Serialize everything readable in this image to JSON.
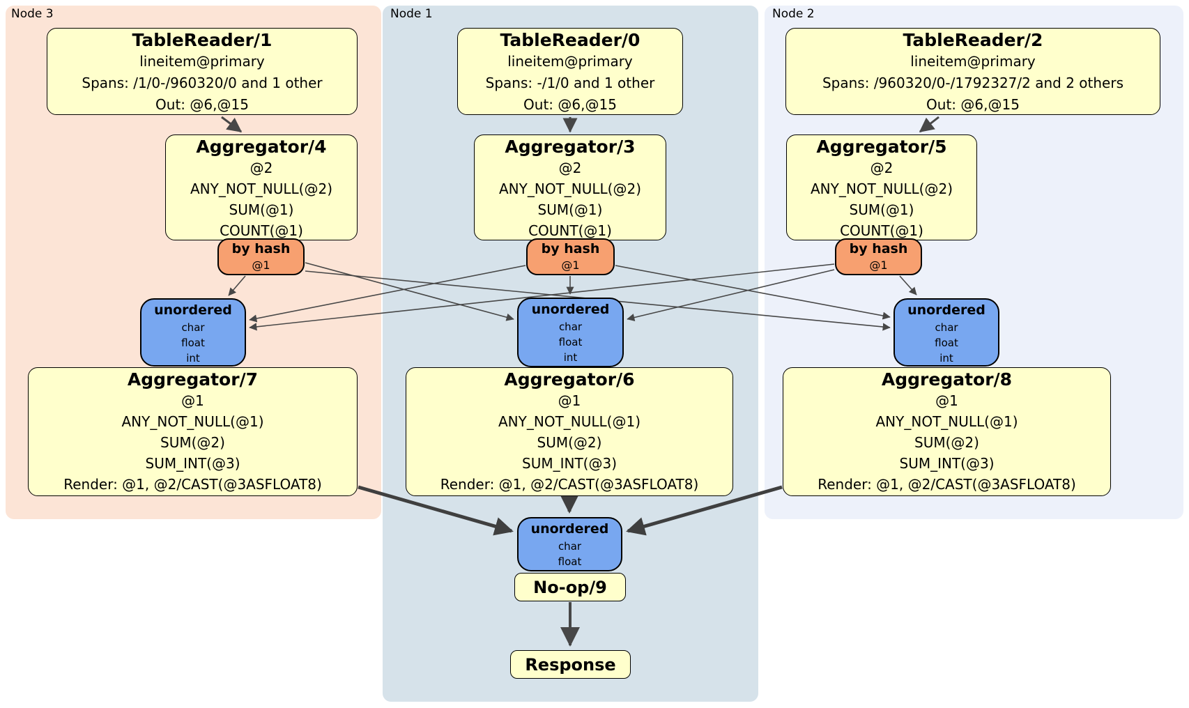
{
  "nodes": {
    "node3": {
      "label": "Node 3",
      "table_reader": {
        "title": "TableReader/1",
        "index": "lineitem@primary",
        "spans": "Spans: /1/0-/960320/0 and 1 other",
        "out": "Out: @6,@15"
      },
      "pre_aggregator": {
        "title": "Aggregator/4",
        "group": "@2",
        "fns": [
          "ANY_NOT_NULL(@2)",
          "SUM(@1)",
          "COUNT(@1)"
        ]
      },
      "router": {
        "title": "by hash",
        "cols": "@1"
      },
      "sync": {
        "title": "unordered",
        "streams": [
          "char",
          "float",
          "int"
        ]
      },
      "post_aggregator": {
        "title": "Aggregator/7",
        "group": "@1",
        "fns": [
          "ANY_NOT_NULL(@1)",
          "SUM(@2)",
          "SUM_INT(@3)"
        ],
        "render": "Render: @1, @2/CAST(@3ASFLOAT8)"
      }
    },
    "node1": {
      "label": "Node 1",
      "table_reader": {
        "title": "TableReader/0",
        "index": "lineitem@primary",
        "spans": "Spans: -/1/0 and 1 other",
        "out": "Out: @6,@15"
      },
      "pre_aggregator": {
        "title": "Aggregator/3",
        "group": "@2",
        "fns": [
          "ANY_NOT_NULL(@2)",
          "SUM(@1)",
          "COUNT(@1)"
        ]
      },
      "router": {
        "title": "by hash",
        "cols": "@1"
      },
      "sync": {
        "title": "unordered",
        "streams": [
          "char",
          "float",
          "int"
        ]
      },
      "post_aggregator": {
        "title": "Aggregator/6",
        "group": "@1",
        "fns": [
          "ANY_NOT_NULL(@1)",
          "SUM(@2)",
          "SUM_INT(@3)"
        ],
        "render": "Render: @1, @2/CAST(@3ASFLOAT8)"
      }
    },
    "node2": {
      "label": "Node 2",
      "table_reader": {
        "title": "TableReader/2",
        "index": "lineitem@primary",
        "spans": "Spans: /960320/0-/1792327/2 and 2 others",
        "out": "Out: @6,@15"
      },
      "pre_aggregator": {
        "title": "Aggregator/5",
        "group": "@2",
        "fns": [
          "ANY_NOT_NULL(@2)",
          "SUM(@1)",
          "COUNT(@1)"
        ]
      },
      "router": {
        "title": "by hash",
        "cols": "@1"
      },
      "sync": {
        "title": "unordered",
        "streams": [
          "char",
          "float",
          "int"
        ]
      },
      "post_aggregator": {
        "title": "Aggregator/8",
        "group": "@1",
        "fns": [
          "ANY_NOT_NULL(@1)",
          "SUM(@2)",
          "SUM_INT(@3)"
        ],
        "render": "Render: @1, @2/CAST(@3ASFLOAT8)"
      }
    }
  },
  "final": {
    "sync": {
      "title": "unordered",
      "streams": [
        "char",
        "float"
      ]
    },
    "noop_label": "No-op/9",
    "response_label": "Response"
  },
  "colors": {
    "node3_bg": "#fce4d6",
    "node1_bg": "#d6e2ea",
    "node2_bg": "#edf1fa",
    "processor_fill": "#ffffcc",
    "router_fill": "#f7a070",
    "sync_fill": "#78a7f0",
    "edge": "#474747"
  }
}
